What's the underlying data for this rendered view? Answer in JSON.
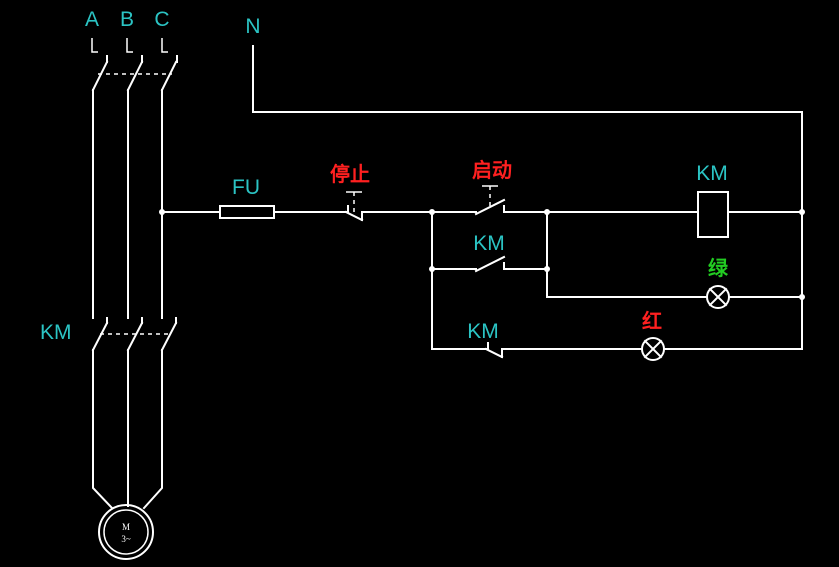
{
  "colors": {
    "background": "#000000",
    "wire": "#ffffff",
    "label_cyan": "#2bc4c4",
    "label_red": "#ff2020",
    "label_green": "#22cc22"
  },
  "labels": {
    "phase_a": "A",
    "phase_b": "B",
    "phase_c": "C",
    "neutral": "N",
    "fuse": "FU",
    "stop": "停止",
    "start": "启动",
    "coil": "KM",
    "aux_contact_1": "KM",
    "aux_contact_2": "KM",
    "main_contactor": "KM",
    "green_lamp": "绿",
    "red_lamp": "红",
    "motor_m": "M",
    "motor_phase": "3~"
  }
}
